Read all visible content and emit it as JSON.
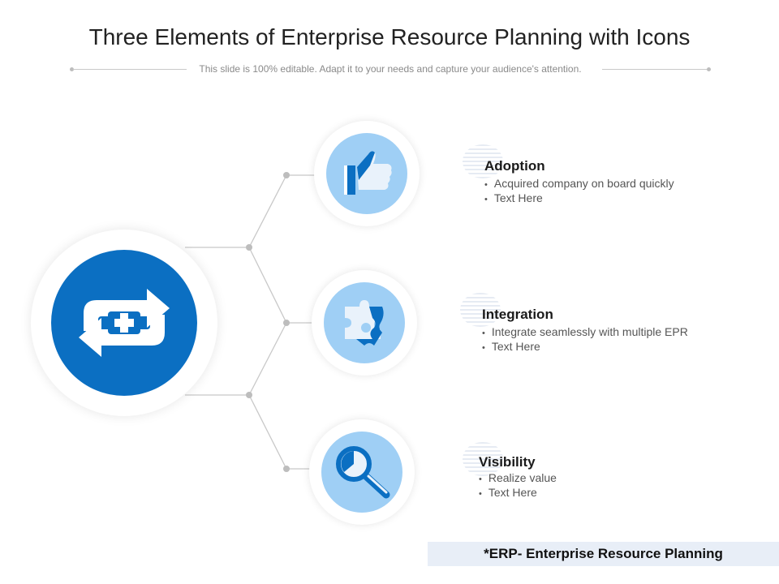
{
  "title": "Three Elements of Enterprise Resource Planning with Icons",
  "subtitle": "This slide is 100% editable.  Adapt it to your needs and capture your audience's  attention.",
  "center_icon": "repeat-plus-icon",
  "colors": {
    "primary": "#0b6fc2",
    "light": "#9fcff5",
    "connector": "#c8c8c8"
  },
  "items": [
    {
      "icon": "thumbs-up-icon",
      "title": "Adoption",
      "bullets": [
        "Acquired company on board quickly",
        "Text Here"
      ]
    },
    {
      "icon": "puzzle-icon",
      "title": "Integration",
      "bullets": [
        "Integrate seamlessly with  multiple  EPR",
        "Text Here"
      ]
    },
    {
      "icon": "magnifier-icon",
      "title": "Visibility",
      "bullets": [
        "Realize  value",
        "Text Here"
      ]
    }
  ],
  "footnote": "*ERP- Enterprise Resource Planning"
}
